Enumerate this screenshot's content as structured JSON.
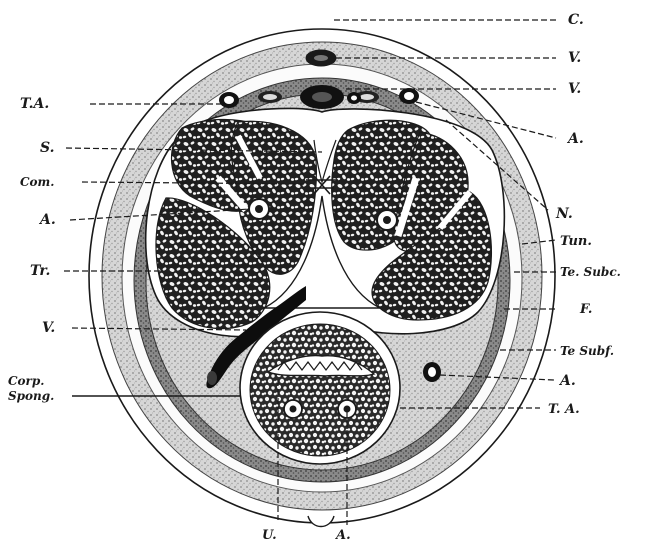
{
  "labels": {
    "c": "C.",
    "v_top": "V.",
    "v_right": "V.",
    "ta_left": "T.A.",
    "a_right": "A.",
    "s": "S.",
    "com": "Com.",
    "n": "N.",
    "a_left": "A.",
    "tun": "Tun.",
    "tr": "Tr.",
    "te_subc": "Te. Subc.",
    "f": "F.",
    "v_left": "V.",
    "te_subf": "Te Subf.",
    "corp": "Corp.",
    "spong": "Spong.",
    "a_lower_right": "A.",
    "ta_lower_right": "T. A.",
    "u_bottom": "U.",
    "a_bottom": "A."
  },
  "colors": {
    "ink": "#1a1a1a",
    "stipple": "#b9b9b9",
    "dark_band": "#3a3a3a",
    "paper": "#ffffff"
  }
}
